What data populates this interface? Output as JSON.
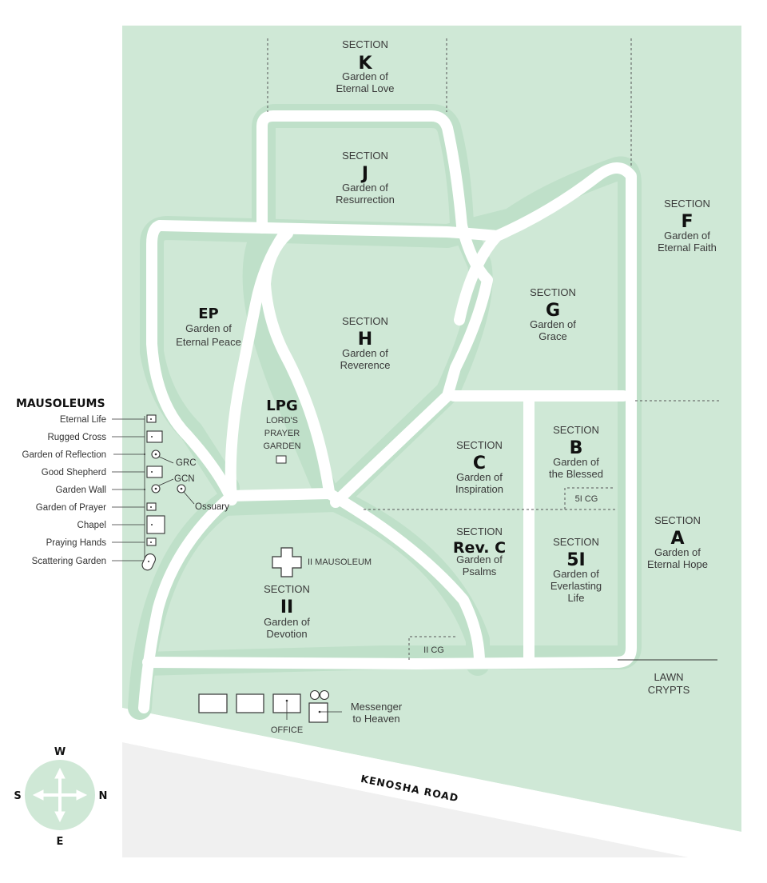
{
  "colors": {
    "land": "#cfe8d6",
    "lane": "#bfe0c9",
    "road": "#ffffff",
    "outside": "#f0f0f0",
    "text": "#3a3a3a"
  },
  "sections": {
    "K": {
      "prefix": "SECTION",
      "code": "K",
      "name1": "Garden of",
      "name2": "Eternal Love"
    },
    "J": {
      "prefix": "SECTION",
      "code": "J",
      "name1": "Garden of",
      "name2": "Resurrection"
    },
    "F": {
      "prefix": "SECTION",
      "code": "F",
      "name1": "Garden of",
      "name2": "Eternal Faith"
    },
    "EP": {
      "code": "EP",
      "name1": "Garden of",
      "name2": "Eternal Peace"
    },
    "H": {
      "prefix": "SECTION",
      "code": "H",
      "name1": "Garden of",
      "name2": "Reverence"
    },
    "G": {
      "prefix": "SECTION",
      "code": "G",
      "name1": "Garden of",
      "name2": "Grace"
    },
    "LPG": {
      "code": "LPG",
      "name1": "LORD'S",
      "name2": "PRAYER",
      "name3": "GARDEN"
    },
    "C": {
      "prefix": "SECTION",
      "code": "C",
      "name1": "Garden of",
      "name2": "Inspiration"
    },
    "B": {
      "prefix": "SECTION",
      "code": "B",
      "name1": "Garden of",
      "name2": "the Blessed"
    },
    "A": {
      "prefix": "SECTION",
      "code": "A",
      "name1": "Garden of",
      "name2": "Eternal Hope"
    },
    "RevC": {
      "prefix": "SECTION",
      "code": "Rev. C",
      "name1": "Garden of",
      "name2": "Psalms"
    },
    "5I": {
      "prefix": "SECTION",
      "code": "5I",
      "name1": "Garden of",
      "name2": "Everlasting",
      "name3": "Life"
    },
    "II": {
      "prefix": "SECTION",
      "code": "II",
      "name1": "Garden of",
      "name2": "Devotion"
    }
  },
  "labels": {
    "mausoleum_ii": "II MAUSOLEUM",
    "cg_5i": "5I CG",
    "cg_ii": "II CG",
    "lawn_crypts_1": "LAWN",
    "lawn_crypts_2": "CRYPTS",
    "office": "OFFICE",
    "messenger_1": "Messenger",
    "messenger_2": "to Heaven",
    "road": "KENOSHA ROAD",
    "grc": "GRC",
    "gcn": "GCN",
    "ossuary": "Ossuary"
  },
  "mausoleums": {
    "title": "MAUSOLEUMS",
    "items": [
      "Eternal Life",
      "Rugged Cross",
      "Garden of Reflection",
      "Good Shepherd",
      "Garden Wall",
      "Garden of Prayer",
      "Chapel",
      "Praying Hands",
      "Scattering Garden"
    ]
  },
  "compass": {
    "top": "W",
    "left": "S",
    "right": "N",
    "bottom": "E"
  }
}
